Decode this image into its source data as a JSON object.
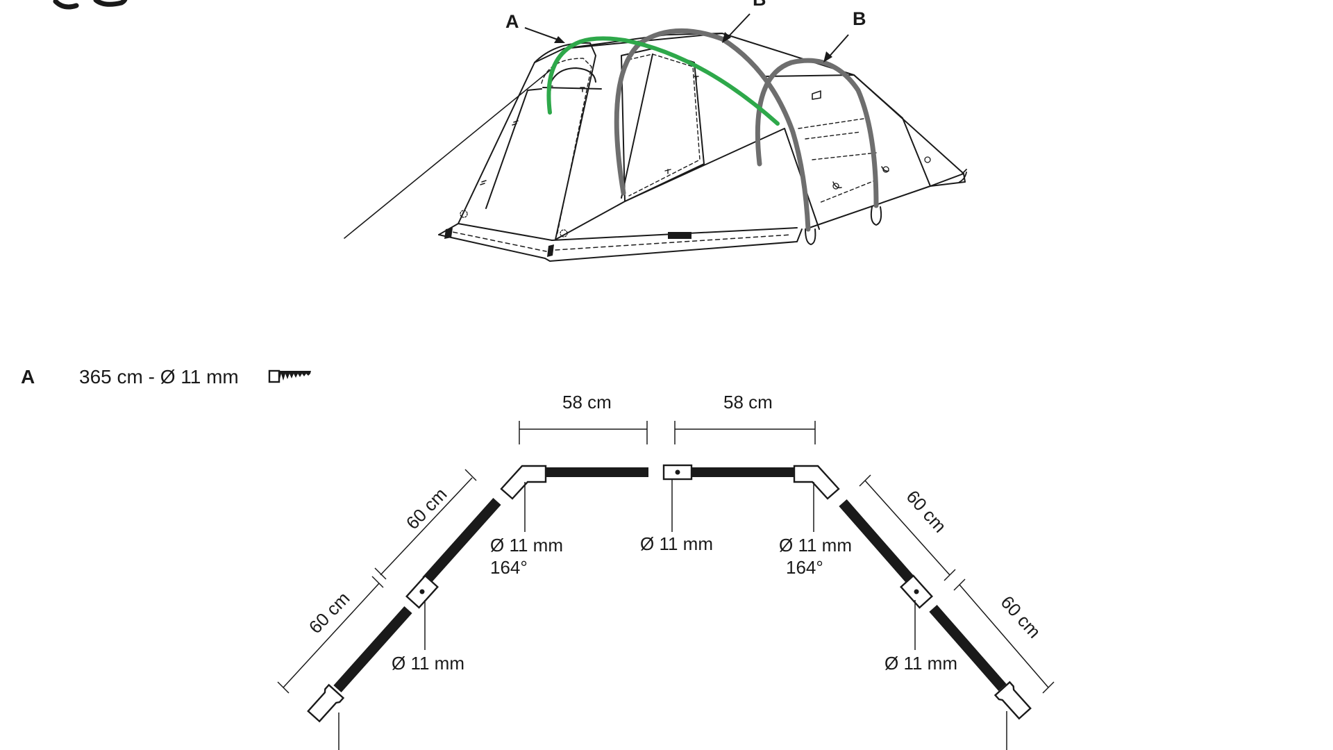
{
  "callouts": {
    "a": "A",
    "b1": "B",
    "b2": "B"
  },
  "pole_spec": {
    "letter": "A",
    "text": "365 cm - Ø 11 mm"
  },
  "dimensions": {
    "top_left_len": "58 cm",
    "top_right_len": "58 cm",
    "left_upper_len": "60 cm",
    "left_lower_len": "60 cm",
    "right_upper_len": "60 cm",
    "right_lower_len": "60 cm"
  },
  "parts": {
    "left_elbow_dia": "Ø 11 mm",
    "left_elbow_angle": "164°",
    "center_dia": "Ø 11 mm",
    "right_elbow_dia": "Ø 11 mm",
    "right_elbow_angle": "164°",
    "left_joint_dia": "Ø 11 mm",
    "right_joint_dia": "Ø 11 mm"
  },
  "colors": {
    "pole_a": "#2ea84a",
    "pole_b": "#6e6e6e",
    "ink": "#1a1a1a"
  },
  "icons": {
    "pole_type": "saw-tooth-pole-icon",
    "corner_logo": "brand-logo-fragment"
  }
}
